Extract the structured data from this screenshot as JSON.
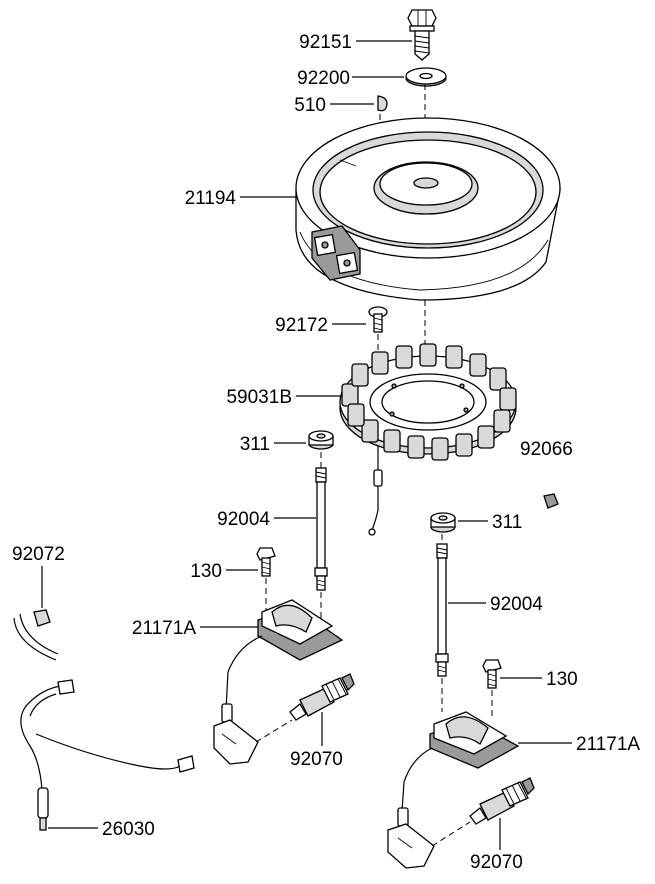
{
  "labels": {
    "bolt_top": "92151",
    "washer_top": "92200",
    "key": "510",
    "flywheel": "21194",
    "bolt_stator": "92172",
    "stator": "59031B",
    "nut_left": "311",
    "clip": "92066",
    "stud_left": "92004",
    "nut_right": "311",
    "wire_clip": "92072",
    "bolt_coil_left": "130",
    "coil_left": "21171A",
    "stud_right": "92004",
    "bolt_coil_right": "130",
    "plug_left": "92070",
    "coil_right": "21171A",
    "harness": "26030",
    "plug_right": "92070"
  }
}
